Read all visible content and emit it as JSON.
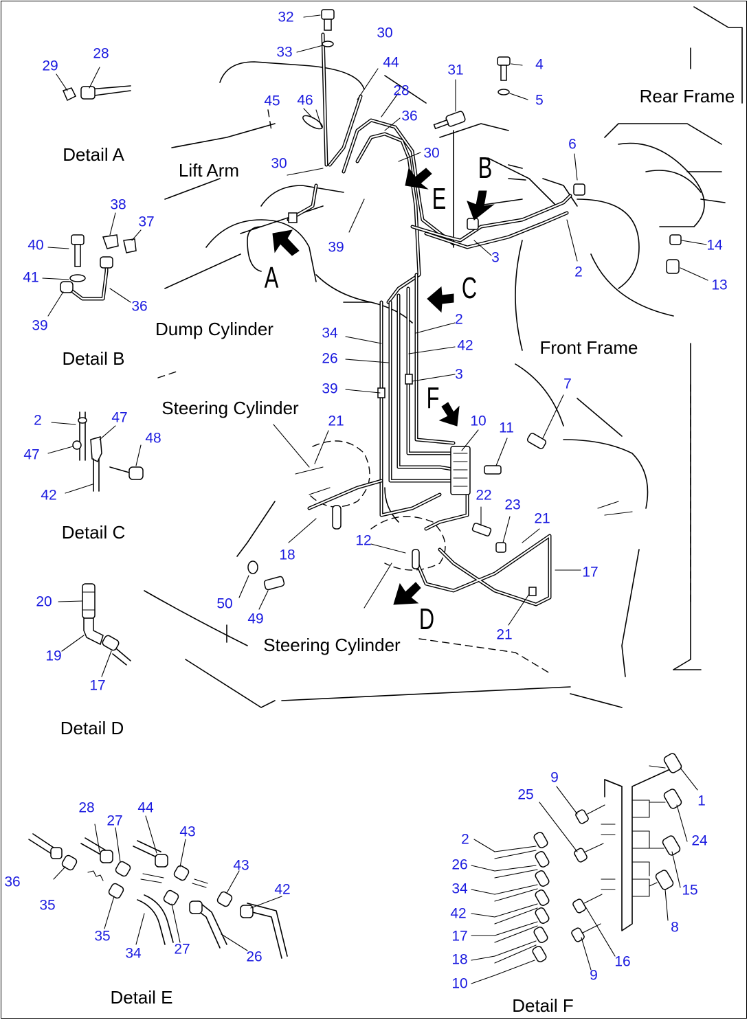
{
  "labels": {
    "rear_frame": "Rear Frame",
    "lift_arm": "Lift Arm",
    "dump_cylinder": "Dump Cylinder",
    "front_frame": "Front Frame",
    "steering_cylinder_upper": "Steering Cylinder",
    "steering_cylinder_lower": "Steering Cylinder",
    "detail_a": "Detail A",
    "detail_b": "Detail B",
    "detail_c": "Detail C",
    "detail_d": "Detail D",
    "detail_e": "Detail E",
    "detail_f": "Detail F"
  },
  "view_letters": {
    "a": "A",
    "b": "B",
    "c": "C",
    "d": "D",
    "e": "E",
    "f": "F"
  },
  "callouts": {
    "main": [
      "32",
      "33",
      "30",
      "44",
      "31",
      "4",
      "5",
      "45",
      "46",
      "28",
      "36",
      "30",
      "30",
      "6",
      "14",
      "13",
      "39",
      "3",
      "2",
      "2",
      "34",
      "42",
      "26",
      "3",
      "39",
      "21",
      "10",
      "11",
      "7",
      "22",
      "23",
      "21",
      "18",
      "12",
      "17",
      "50",
      "49",
      "21"
    ],
    "detail_a": [
      "29",
      "28"
    ],
    "detail_b": [
      "38",
      "37",
      "40",
      "41",
      "36",
      "39"
    ],
    "detail_c": [
      "2",
      "47",
      "47",
      "48",
      "42"
    ],
    "detail_d": [
      "20",
      "19",
      "17"
    ],
    "detail_e": [
      "28",
      "27",
      "44",
      "43",
      "43",
      "42",
      "36",
      "35",
      "35",
      "34",
      "27",
      "26"
    ],
    "detail_f": [
      "9",
      "25",
      "1",
      "24",
      "2",
      "26",
      "34",
      "42",
      "17",
      "18",
      "10",
      "15",
      "8",
      "16",
      "9"
    ]
  },
  "colors": {
    "callout": "#1a1adf",
    "line": "#000000",
    "background": "#ffffff"
  }
}
